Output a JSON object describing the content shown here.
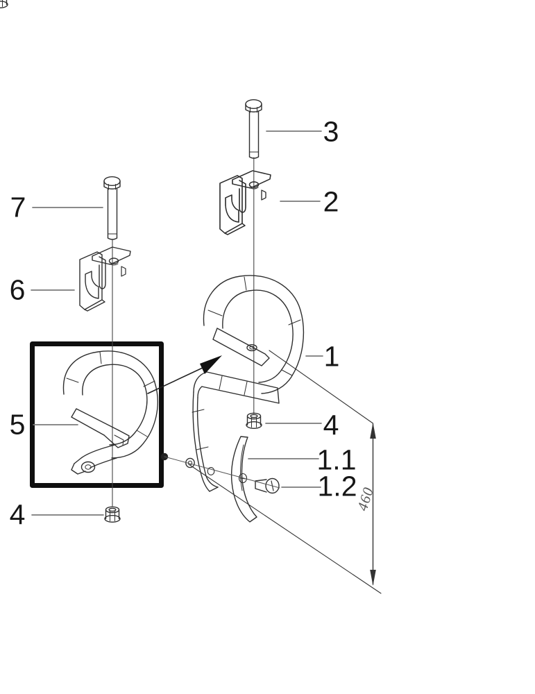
{
  "diagram": {
    "type": "exploded-parts-diagram",
    "description": "Spring tine cultivator shank assembly exploded view",
    "callouts": {
      "part7": "7",
      "part6": "6",
      "part5": "5",
      "part4_left": "4",
      "part3": "3",
      "part2": "2",
      "part1": "1",
      "part4_right": "4",
      "part1_1": "1.1",
      "part1_2": "1.2"
    },
    "dimension_label": "460",
    "colors": {
      "background": "#ffffff",
      "part_line": "#2e2e2e",
      "leader_line": "#7a7a7a",
      "construction_line": "#454545",
      "highlight_box": "#0f0f0f",
      "dimension_line": "#333333"
    }
  }
}
